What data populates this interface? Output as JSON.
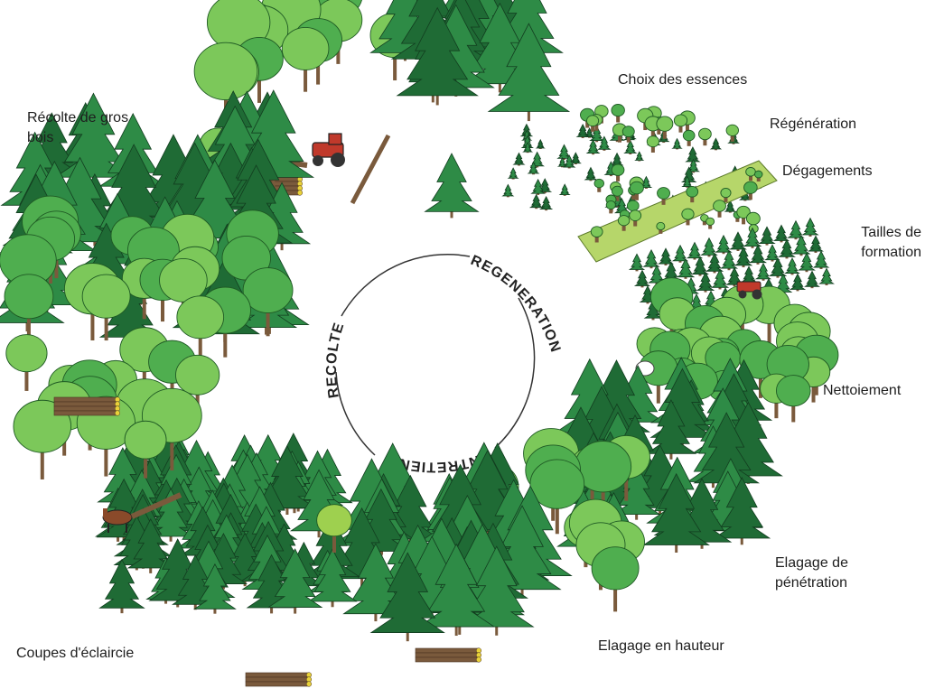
{
  "cycle": {
    "phases": [
      "REGENERATION",
      "ENTRETIEN",
      "RECOLTE"
    ]
  },
  "labels": {
    "choix_essences": "Choix des essences",
    "regeneration": "Régénération",
    "degagements": "Dégagements",
    "tailles_formation": "Tailles de formation",
    "nettoiement": "Nettoiement",
    "elagage_penetration": "Elagage de pénétration",
    "elagage_hauteur": "Elagage en hauteur",
    "coupes_eclaircie": "Coupes d'éclaircie",
    "recolte_gros_bois": "Récolte de gros bois"
  },
  "colors": {
    "conifer_dark": "#1f6b35",
    "conifer_light": "#2e8b46",
    "broadleaf": "#4fae4f",
    "broadleaf_light": "#7cc85a",
    "young_stand": "#b6d66a",
    "trunk": "#7a5a3c",
    "log_end": "#e9d23a",
    "tractor": "#c0392b",
    "cycle_line": "#333333"
  }
}
